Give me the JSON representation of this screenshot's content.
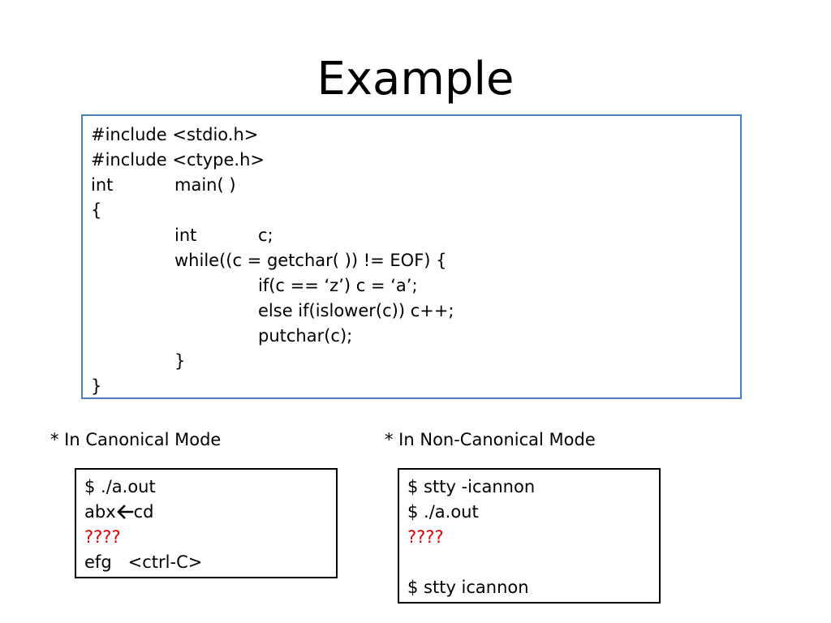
{
  "slide": {
    "title": "Example"
  },
  "code": {
    "lines": [
      {
        "indent": 0,
        "parts": [
          "#include <stdio.h>"
        ]
      },
      {
        "indent": 0,
        "parts": [
          "#include <ctype.h>"
        ]
      },
      {
        "indent": 0,
        "parts": [
          "int",
          "main( )"
        ]
      },
      {
        "indent": 0,
        "parts": [
          "{"
        ]
      },
      {
        "indent": 1,
        "parts": [
          "int",
          "c;"
        ]
      },
      {
        "indent": 1,
        "parts": [
          "while((c = getchar( )) != EOF) {"
        ]
      },
      {
        "indent": 2,
        "parts": [
          "if(c == ‘z’) c = ‘a’;"
        ]
      },
      {
        "indent": 2,
        "parts": [
          "else if(islower(c)) c++;"
        ]
      },
      {
        "indent": 2,
        "parts": [
          "putchar(c);"
        ]
      },
      {
        "indent": 1,
        "parts": [
          "}"
        ]
      },
      {
        "indent": 0,
        "parts": [
          "}"
        ]
      }
    ]
  },
  "canonical": {
    "label": "* In Canonical Mode",
    "lines": {
      "l1": "$ ./a.out",
      "l2_before": "abx",
      "l2_after": "cd",
      "l3": "????",
      "l4": "efg   <ctrl-C>"
    }
  },
  "noncanonical": {
    "label": "* In Non-Canonical Mode",
    "lines": {
      "l1": "$ stty -icannon",
      "l2": "$ ./a.out",
      "l3": "????",
      "l4": "",
      "l5": "$ stty icannon"
    }
  },
  "colors": {
    "code_border": "#4f7fba",
    "highlight_text": "#e00000"
  },
  "icons": {
    "backspace": "left-arrow-icon"
  }
}
